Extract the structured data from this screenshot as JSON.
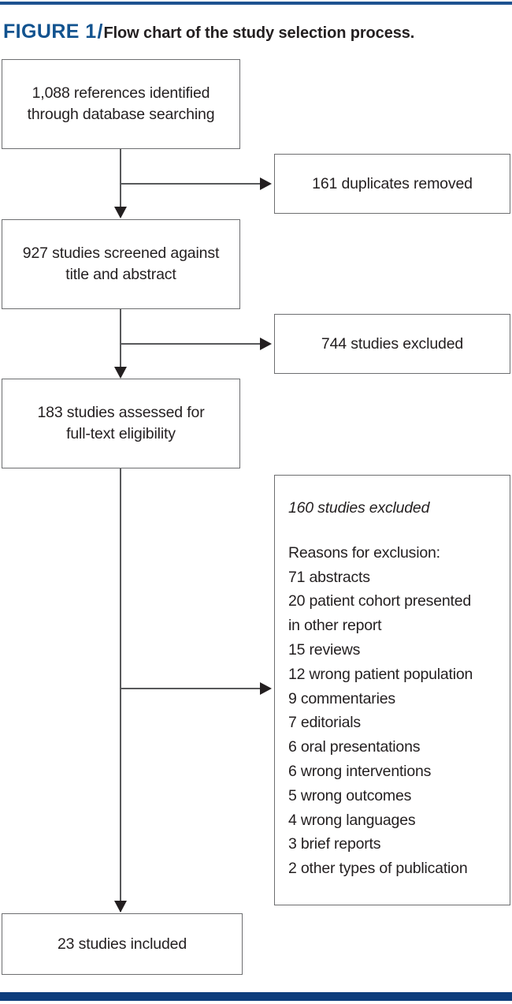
{
  "figure": {
    "label": "FIGURE 1",
    "separator": "/",
    "caption": "Flow chart of the study selection process."
  },
  "colors": {
    "rule_top": "#1d5290",
    "rule_bottom": "#0d3d7c",
    "label_blue": "#12538f",
    "text": "#231f20",
    "box_border": "#6d6e70",
    "connector": "#58595b"
  },
  "chart_data": {
    "type": "diagram",
    "title": "Flow chart of the study selection process.",
    "nodes": [
      {
        "id": "identified",
        "text": "1,088 references identified through database searching",
        "value": 1088,
        "column": "left"
      },
      {
        "id": "duplicates",
        "text": "161 duplicates removed",
        "value": 161,
        "column": "right"
      },
      {
        "id": "screened",
        "text": "927 studies screened against title and abstract",
        "value": 927,
        "column": "left"
      },
      {
        "id": "excluded_screen",
        "text": "744 studies excluded",
        "value": 744,
        "column": "right"
      },
      {
        "id": "assessed",
        "text": "183 studies assessed for full-text eligibility",
        "value": 183,
        "column": "left"
      },
      {
        "id": "excluded_fulltext",
        "text": "160 studies excluded",
        "value": 160,
        "column": "right"
      },
      {
        "id": "included",
        "text": "23 studies included",
        "value": 23,
        "column": "left"
      }
    ],
    "edges": [
      {
        "from": "identified",
        "to": "duplicates"
      },
      {
        "from": "identified",
        "to": "screened"
      },
      {
        "from": "screened",
        "to": "excluded_screen"
      },
      {
        "from": "screened",
        "to": "assessed"
      },
      {
        "from": "assessed",
        "to": "excluded_fulltext"
      },
      {
        "from": "assessed",
        "to": "included"
      }
    ],
    "exclusion_reasons": [
      {
        "count": 71,
        "reason": "abstracts"
      },
      {
        "count": 20,
        "reason": "patient cohort presented in other report"
      },
      {
        "count": 15,
        "reason": "reviews"
      },
      {
        "count": 12,
        "reason": "wrong patient population"
      },
      {
        "count": 9,
        "reason": "commentaries"
      },
      {
        "count": 7,
        "reason": "editorials"
      },
      {
        "count": 6,
        "reason": "oral presentations"
      },
      {
        "count": 6,
        "reason": "wrong interventions"
      },
      {
        "count": 5,
        "reason": "wrong outcomes"
      },
      {
        "count": 4,
        "reason": "wrong languages"
      },
      {
        "count": 3,
        "reason": "brief reports"
      },
      {
        "count": 2,
        "reason": "other types of publication"
      }
    ]
  },
  "boxes": {
    "identified": {
      "line1": "1,088 references identified",
      "line2": "through database searching"
    },
    "duplicates": {
      "line1": "161 duplicates removed"
    },
    "screened": {
      "line1": "927 studies screened against",
      "line2": "title and abstract"
    },
    "excluded_screen": {
      "line1": "744 studies excluded"
    },
    "assessed": {
      "line1": "183 studies assessed for",
      "line2": "full-text eligibility"
    },
    "included": {
      "line1": "23 studies included"
    }
  },
  "reasons_box": {
    "title": "160 studies excluded",
    "heading": "Reasons for exclusion:",
    "items": [
      "71 abstracts",
      "20 patient cohort presented",
      "in other report",
      "15 reviews",
      "12 wrong patient population",
      "9 commentaries",
      "7 editorials",
      "6 oral presentations",
      "6 wrong interventions",
      "5 wrong outcomes",
      "4 wrong languages",
      "3 brief reports",
      "2 other types of publication"
    ]
  }
}
